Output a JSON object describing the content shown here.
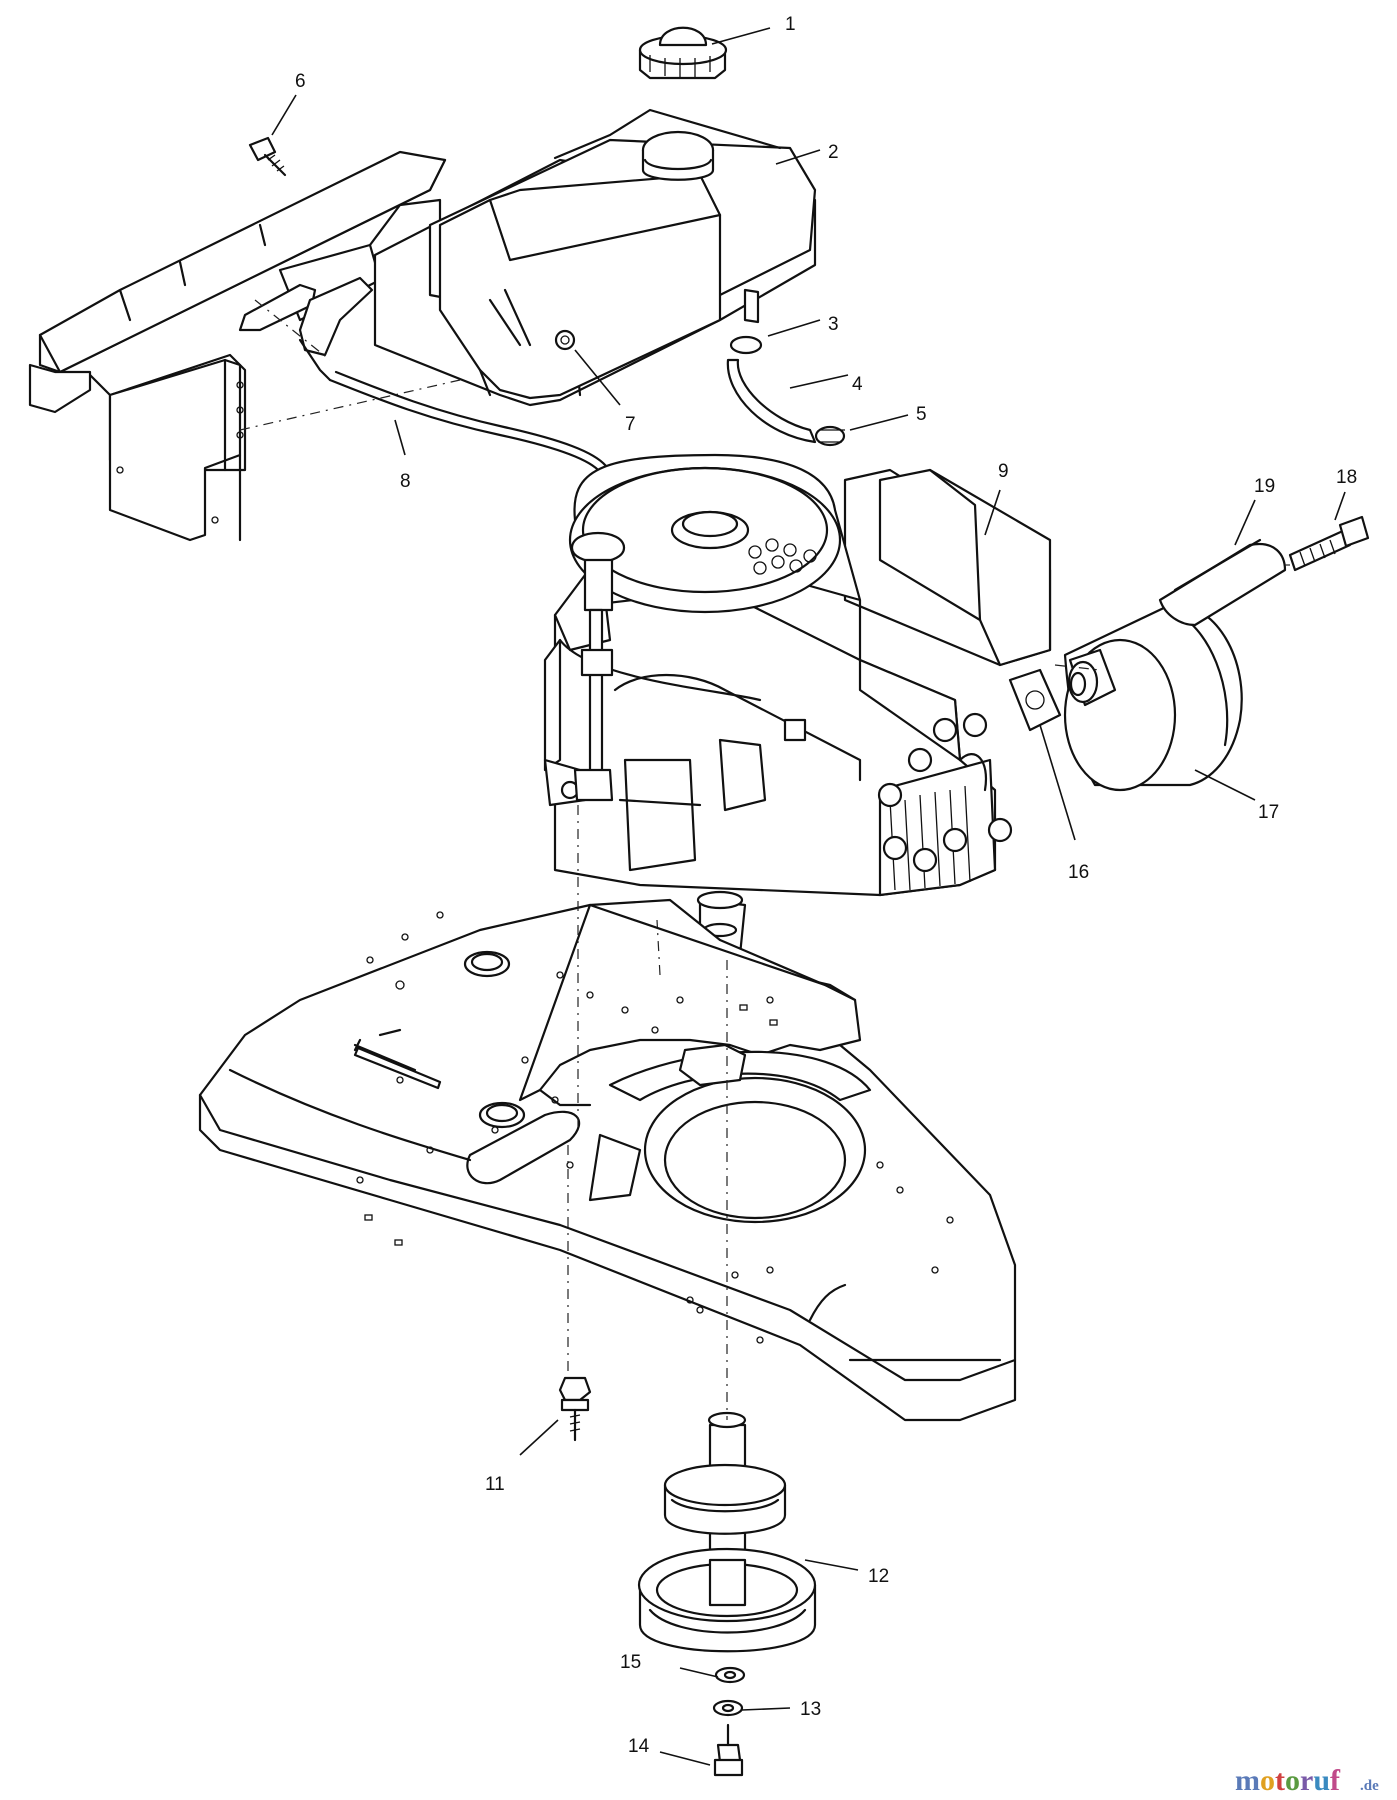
{
  "callouts": [
    {
      "n": "1"
    },
    {
      "n": "2"
    },
    {
      "n": "3"
    },
    {
      "n": "4"
    },
    {
      "n": "5"
    },
    {
      "n": "6"
    },
    {
      "n": "7"
    },
    {
      "n": "8"
    },
    {
      "n": "9"
    },
    {
      "n": "11"
    },
    {
      "n": "12"
    },
    {
      "n": "13"
    },
    {
      "n": "14"
    },
    {
      "n": "15"
    },
    {
      "n": "16"
    },
    {
      "n": "17"
    },
    {
      "n": "18"
    },
    {
      "n": "19"
    }
  ],
  "watermark": {
    "text": "motoruf",
    "suffix": ".de",
    "colors": [
      "#5a7ab8",
      "#e0a020",
      "#d04040",
      "#5a9a40",
      "#7a5aa8",
      "#3a8ac0",
      "#c04a8a"
    ]
  }
}
